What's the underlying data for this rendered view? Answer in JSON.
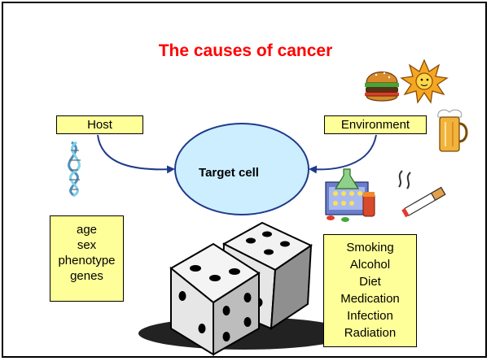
{
  "title": "The causes of cancer",
  "host": {
    "label": "Host",
    "factors": [
      "age",
      "sex",
      "phenotype",
      "genes"
    ]
  },
  "environment": {
    "label": "Environment",
    "factors": [
      "Smoking",
      "Alcohol",
      "Diet",
      "Medication",
      "Infection",
      "Radiation"
    ]
  },
  "target": {
    "line1": "Target",
    "line2": "cell"
  },
  "icons": [
    "dna-icon",
    "hamburger-icon",
    "sun-icon",
    "beer-mug-icon",
    "medication-icon",
    "cigarette-icon",
    "dice-icon"
  ],
  "colors": {
    "title": "#ff0000",
    "box_fill": "#ffff99",
    "cell_fill": "#cceeff",
    "arrow": "#1f3a8a"
  }
}
